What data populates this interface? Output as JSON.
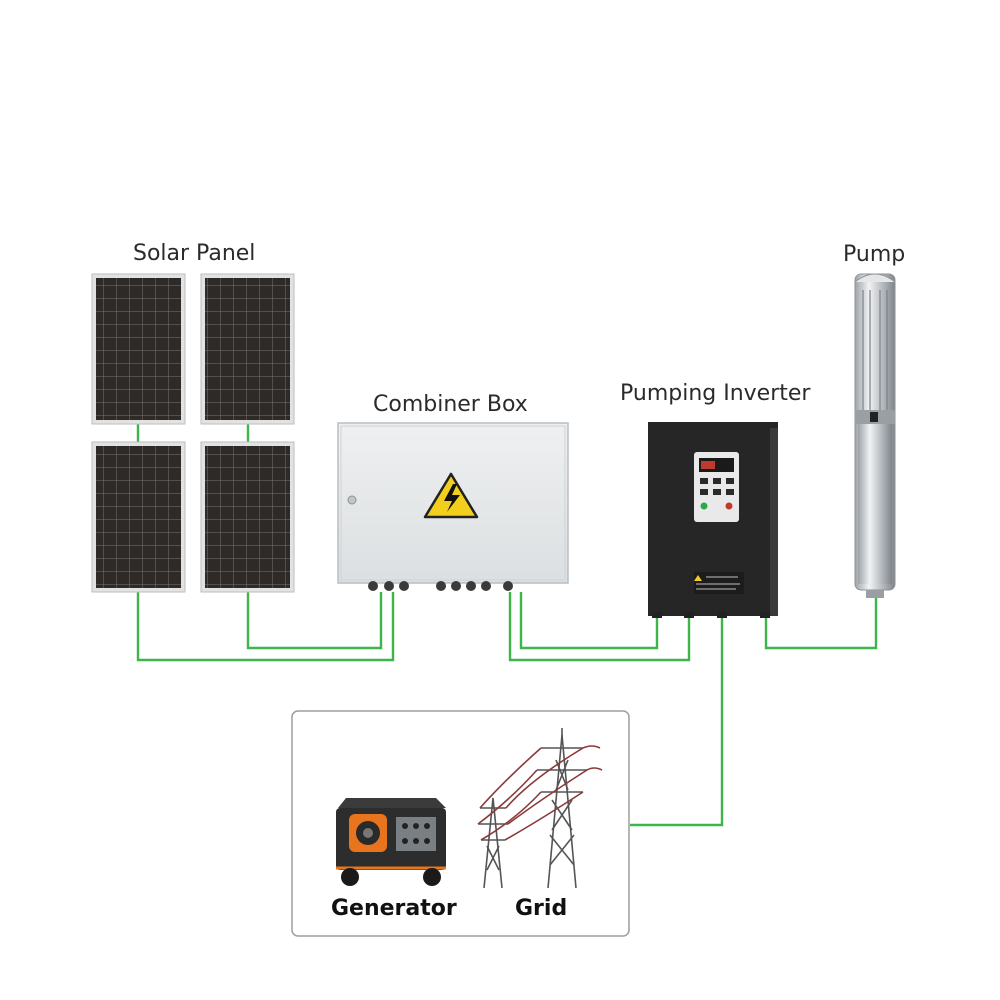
{
  "labels": {
    "solar_panel": "Solar Panel",
    "combiner_box": "Combiner Box",
    "pumping_inverter": "Pumping Inverter",
    "pump": "Pump",
    "generator": "Generator",
    "grid": "Grid"
  },
  "colors": {
    "wire": "#3db54a",
    "panel_cell": "#2e2a28",
    "panel_frame": "#d9d9d9",
    "combiner_body": "#e6e8ea",
    "warning_yellow": "#f2cf1d",
    "inverter_body": "#242424",
    "pump_steel": "#c9cccf",
    "generator_orange": "#e8741d"
  },
  "icons": [
    "solar-panel-icon",
    "combiner-box-icon",
    "warning-triangle-icon",
    "inverter-icon",
    "pump-icon",
    "generator-icon",
    "grid-tower-icon"
  ]
}
